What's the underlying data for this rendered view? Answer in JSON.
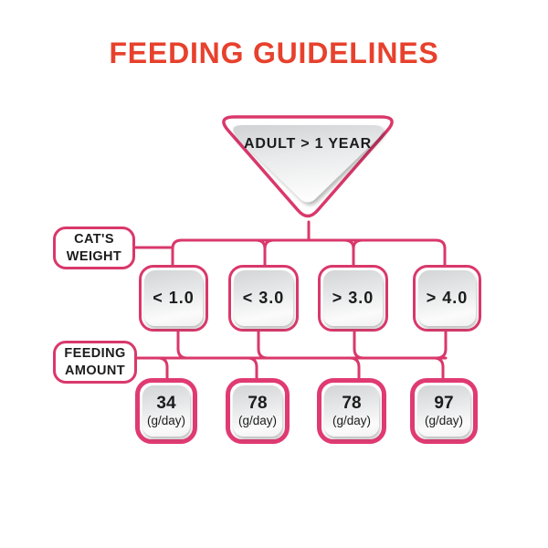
{
  "title": "FEEDING GUIDELINES",
  "colors": {
    "title-red": "#E7412D",
    "pink": "#D9386B",
    "pink-thick": "#E03A72",
    "text-dark": "#1C1C1C"
  },
  "flowchart": {
    "root_label": "ADULT > 1 YEAR",
    "weight_header": {
      "line1": "CAT'S",
      "line2": "WEIGHT"
    },
    "amount_header": {
      "line1": "FEEDING",
      "line2": "AMOUNT"
    },
    "weights": [
      "< 1.0",
      "< 3.0",
      "> 3.0",
      "> 4.0"
    ],
    "amounts": [
      {
        "value": "34",
        "unit": "(g/day)"
      },
      {
        "value": "78",
        "unit": "(g/day)"
      },
      {
        "value": "78",
        "unit": "(g/day)"
      },
      {
        "value": "97",
        "unit": "(g/day)"
      }
    ]
  }
}
